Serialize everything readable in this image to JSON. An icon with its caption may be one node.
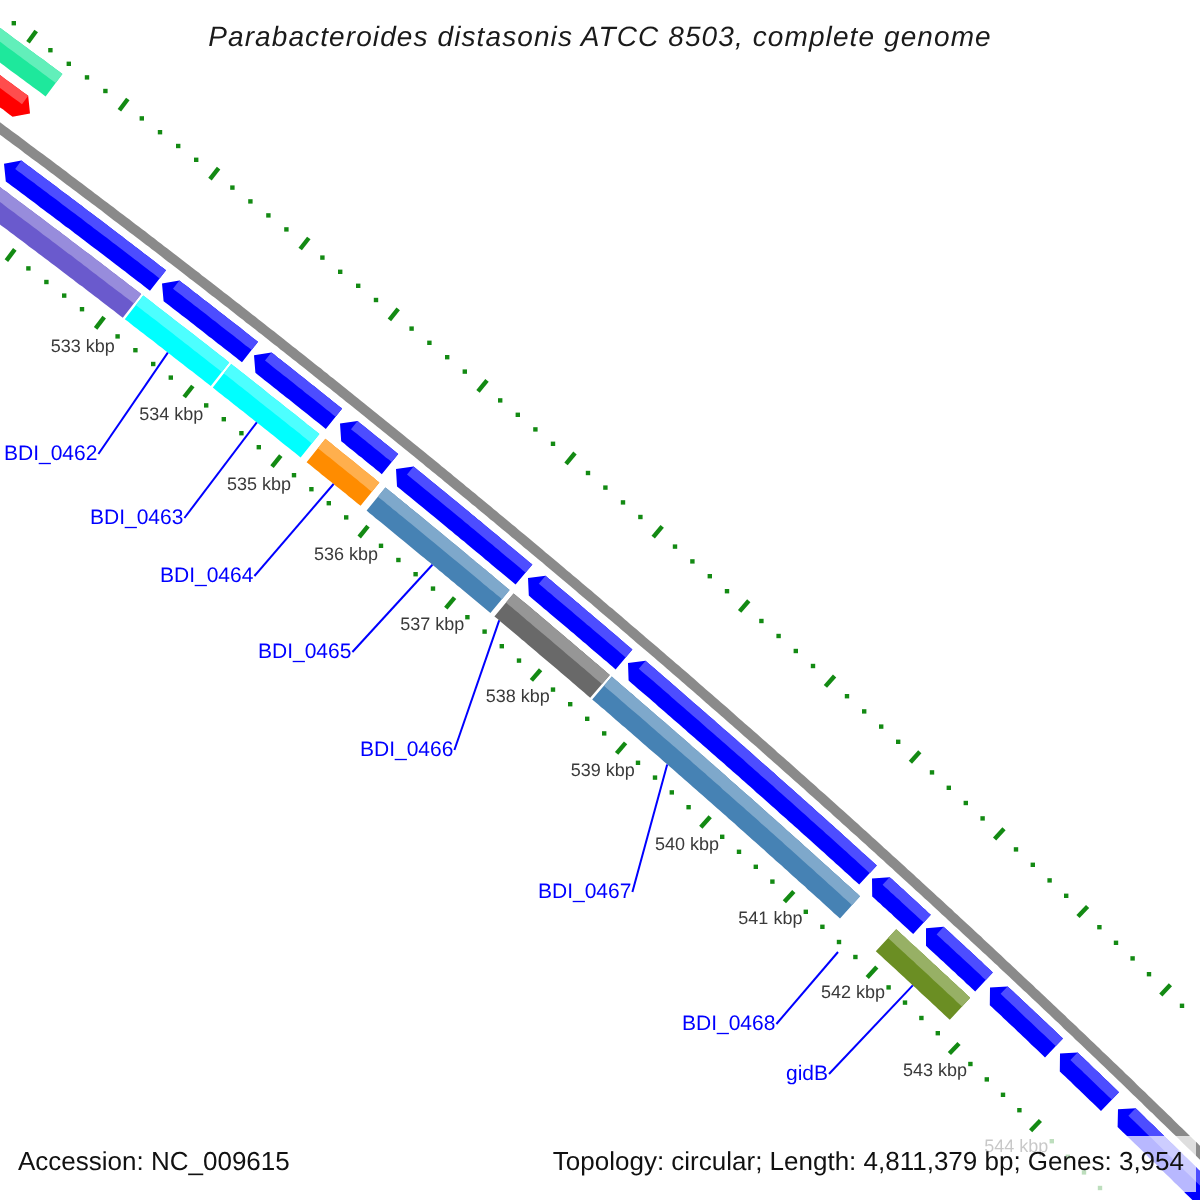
{
  "diagram": {
    "title": "Parabacteroides distasonis ATCC 8503, complete genome",
    "nodes": [
      {
        "text": [],
        "shape": "bar"
      },
      {
        "text": [],
        "shape": "bar"
      },
      {
        "text": [],
        "shape": "bar"
      },
      {
        "text": [],
        "shape": "bar"
      },
      {
        "text": [],
        "shape": "bar"
      },
      {
        "text": [],
        "shape": "bar"
      },
      {
        "text": [],
        "shape": "bar"
      },
      {
        "text": [
          "BDI_0462"
        ]
      },
      {
        "text": [
          "BDI_0463"
        ]
      },
      {
        "text": [
          "BDI_0464"
        ]
      },
      {
        "text": [
          "BDI_0465"
        ]
      },
      {
        "text": [
          "BDI_0466"
        ]
      },
      {
        "text": [
          "BDI_0467"
        ]
      },
      {
        "text": [
          "BDI_0468"
        ]
      },
      {
        "text": [
          "gidB"
        ]
      }
    ],
    "edges": [
      {
        "from": 7,
        "to": 0,
        "arrow": "none"
      },
      {
        "from": 8,
        "to": 1,
        "arrow": "none"
      },
      {
        "from": 9,
        "to": 2,
        "arrow": "none"
      },
      {
        "from": 10,
        "to": 3,
        "arrow": "none"
      },
      {
        "from": 11,
        "to": 4,
        "arrow": "none"
      },
      {
        "from": 12,
        "to": 5,
        "arrow": "none"
      },
      {
        "from": 13,
        "to": null,
        "arrow": "none"
      },
      {
        "from": 14,
        "to": 6,
        "arrow": "none"
      }
    ],
    "labels": [
      "533 kbp",
      "534 kbp",
      "535 kbp",
      "536 kbp",
      "537 kbp",
      "538 kbp",
      "539 kbp",
      "540 kbp",
      "541 kbp",
      "542 kbp",
      "543 kbp",
      "544 kbp",
      "Accession: NC_009615",
      "Topology: circular; Length: 4,811,379 bp; Genes: 3,954"
    ]
  }
}
